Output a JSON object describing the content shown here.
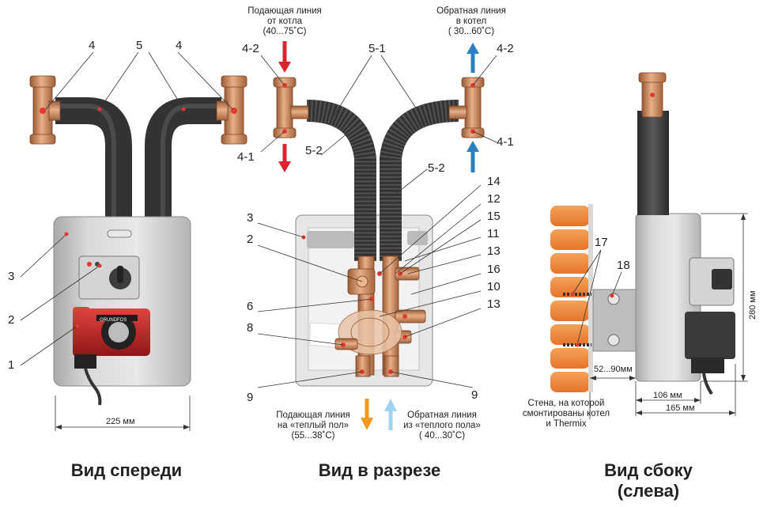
{
  "views": {
    "front": "Вид спереди",
    "section": "Вид в разрезе",
    "side_line1": "Вид сбоку",
    "side_line2": "(слева)"
  },
  "flows": {
    "boiler_supply": [
      "Подающая линия",
      "от котла",
      "(40...75˚С)"
    ],
    "boiler_return": [
      "Обратная линия",
      "в котел",
      "( 30...60˚С)"
    ],
    "floor_supply": [
      "Подающая линия",
      "на «теплый пол»",
      "(55...38˚С)"
    ],
    "floor_return": [
      "Обратная линия",
      "из «теплого пола»",
      "( 40...30˚С)"
    ]
  },
  "wall_note": [
    "Стена, на которой",
    "смонтированы котел",
    "и Thermix"
  ],
  "dimensions": {
    "front_width": "225 мм",
    "side_height": "280 мм",
    "side_depth_inner": "106 мм",
    "side_depth_outer": "165 мм",
    "wall_gap": "52...90мм"
  },
  "callouts": {
    "front": [
      "4",
      "5",
      "4",
      "3",
      "2",
      "1"
    ],
    "section_left": [
      "4-2",
      "4-1",
      "3",
      "2",
      "6",
      "8",
      "9"
    ],
    "section_center": [
      "5-1",
      "5-2",
      "5-2"
    ],
    "section_right": [
      "4-2",
      "4-1",
      "14",
      "12",
      "15",
      "11",
      "13",
      "16",
      "10",
      "13",
      "9"
    ],
    "side": [
      "17",
      "18"
    ]
  },
  "pump_brand": "GRUNDFOS",
  "colors": {
    "supply_arrow": "#d8262c",
    "return_arrow": "#2a7fc0",
    "floor_supply_arrow": "#f39a1e",
    "floor_return_arrow": "#9fd3ee",
    "brick": "#f08a3c",
    "brass": "#c9835a",
    "insulation": "#3a3a3a",
    "housing": "#c9c9c9",
    "pump_red": "#c8262b"
  }
}
